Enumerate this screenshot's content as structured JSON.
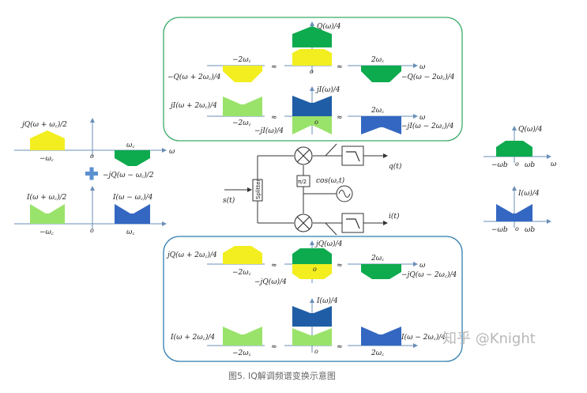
{
  "caption": "图5. IQ解调频谱变换示意图",
  "watermark": "知乎 @Knight",
  "colors": {
    "yellow": "#f2ee1f",
    "green": "#0eaa4e",
    "light_green": "#9ae36b",
    "blue": "#3467c1",
    "dark_blue": "#1f5ea6",
    "axis": "#6a8fb8",
    "top_box_border": "#3aaa66",
    "bottom_box_border": "#2f7cb0"
  },
  "symbols": {
    "x1": "ω",
    "o": "o",
    "s": "s(t)",
    "q": "q(t)",
    "i": "i(t)",
    "cos": "cos(ω꜀t)",
    "phase": "π/2",
    "splitter": "Splitter",
    "break": "≈"
  },
  "left": {
    "upper_label": "jQ(ω + ω꜀)/2",
    "upper_neg": "−ω꜀",
    "upper_pos": "ω꜀",
    "upper_pos_label": "−jQ(ω − ω꜀)/2",
    "lower_label_neg": "I(ω + ω꜀)/2",
    "lower_label_pos": "I(ω − ω꜀)/4",
    "lower_neg": "−ω꜀",
    "lower_pos": "ω꜀"
  },
  "top_box": {
    "row1_center": "Q(ω)/4",
    "row1_neg_freq": "−2ω꜀",
    "row1_neg_label": "−Q(ω + 2ω꜀)/4",
    "row1_pos_freq": "2ω꜀",
    "row1_pos_label": "−Q(ω − 2ω꜀)/4",
    "row2_neg_label": "jI(ω + 2ω꜀)/4",
    "row2_center": "jI(ω)/4",
    "row2_neg_freq": "−2ω꜀",
    "row2_pos_freq": "2ω꜀",
    "row2_center_neg": "−jI(ω)/4",
    "row2_pos_label": "−jI(ω − 2ω꜀)/4"
  },
  "bottom_box": {
    "row1_neg_label": "jQ(ω + 2ω꜀)/4",
    "row1_center": "jQ(ω)/4",
    "row1_neg_freq": "−2ω꜀",
    "row1_pos_freq": "2ω꜀",
    "row1_center_neg": "−jQ(ω)/4",
    "row1_pos_label": "−jQ(ω − 2ω꜀)/4",
    "row2_center": "I(ω)/4",
    "row2_neg_label": "I(ω + 2ω꜀)/4",
    "row2_neg_freq": "−2ω꜀",
    "row2_pos_freq": "2ω꜀",
    "row2_pos_label": "I(ω − 2ω꜀)/4"
  },
  "right": {
    "upper_label": "Q(ω)/4",
    "upper_neg": "−ωb",
    "upper_pos": "ωb",
    "lower_label": "I(ω)/4",
    "lower_neg": "−ωb",
    "lower_pos": "ωb"
  }
}
